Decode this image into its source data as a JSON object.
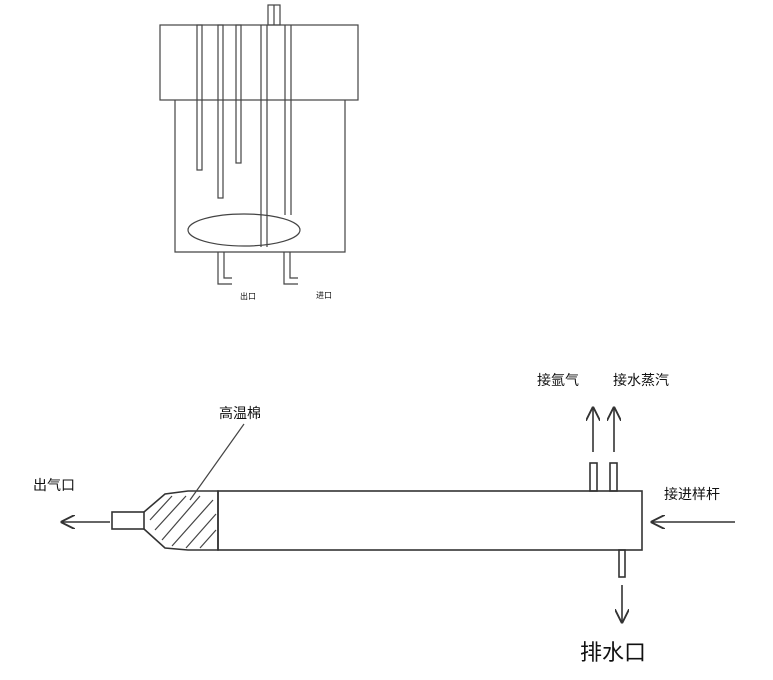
{
  "vessel": {
    "outlet_label": "出口",
    "inlet_label": "进口"
  },
  "tube": {
    "gas_outlet_label": "出气口",
    "insulation_label": "高温棉",
    "argon_label": "接氩气",
    "steam_label": "接水蒸汽",
    "sampling_rod_label": "接进样杆",
    "drain_label": "排水口"
  },
  "colors": {
    "line": "#444444",
    "text": "#111111",
    "background": "#ffffff"
  }
}
